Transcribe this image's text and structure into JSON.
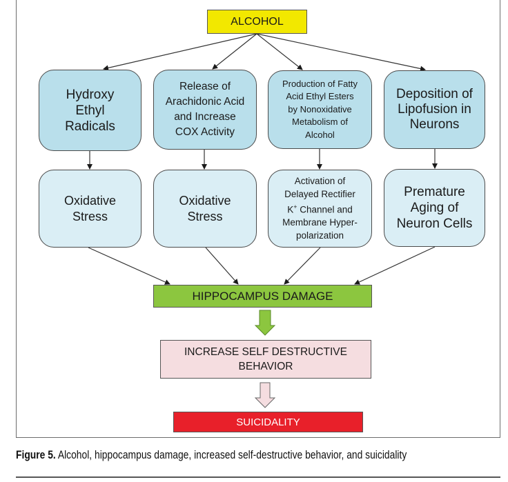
{
  "figure": {
    "source_node": {
      "label": "ALCOHOL",
      "color": "#f2e800"
    },
    "pathways": [
      {
        "mechanism": "Hydroxy\nEthyl\nRadicals",
        "effect": "Oxidative\nStress"
      },
      {
        "mechanism": "Release of\nArachidonic Acid\nand Increase\nCOX Activity",
        "effect": "Oxidative\nStress"
      },
      {
        "mechanism": "Production of Fatty\nAcid Ethyl Esters\nby Nonoxidative\nMetabolism of\nAlcohol",
        "effect_prefix": "Activation of\nDelayed Rectifier\nK",
        "effect_sup": "+",
        "effect_suffix": " Channel and\nMembrane Hyper-\npolarization"
      },
      {
        "mechanism": "Deposition of\nLipofusion in\nNeurons",
        "effect": "Premature\nAging of\nNeuron Cells"
      }
    ],
    "convergence_node": {
      "label": "HIPPOCAMPUS DAMAGE",
      "color": "#8cc63f"
    },
    "behavior_node": {
      "label": "INCREASE SELF DESTRUCTIVE\nBEHAVIOR",
      "color": "#f5dde0"
    },
    "outcome_node": {
      "label": "SUICIDALITY",
      "color": "#e8202a"
    },
    "colors": {
      "mechanism_fill": "#b9dfeb",
      "effect_fill": "#daeef5"
    }
  },
  "caption": {
    "label": "Figure 5.",
    "text": " Alcohol, hippocampus damage, increased self-destructive behavior, and suicidality"
  }
}
